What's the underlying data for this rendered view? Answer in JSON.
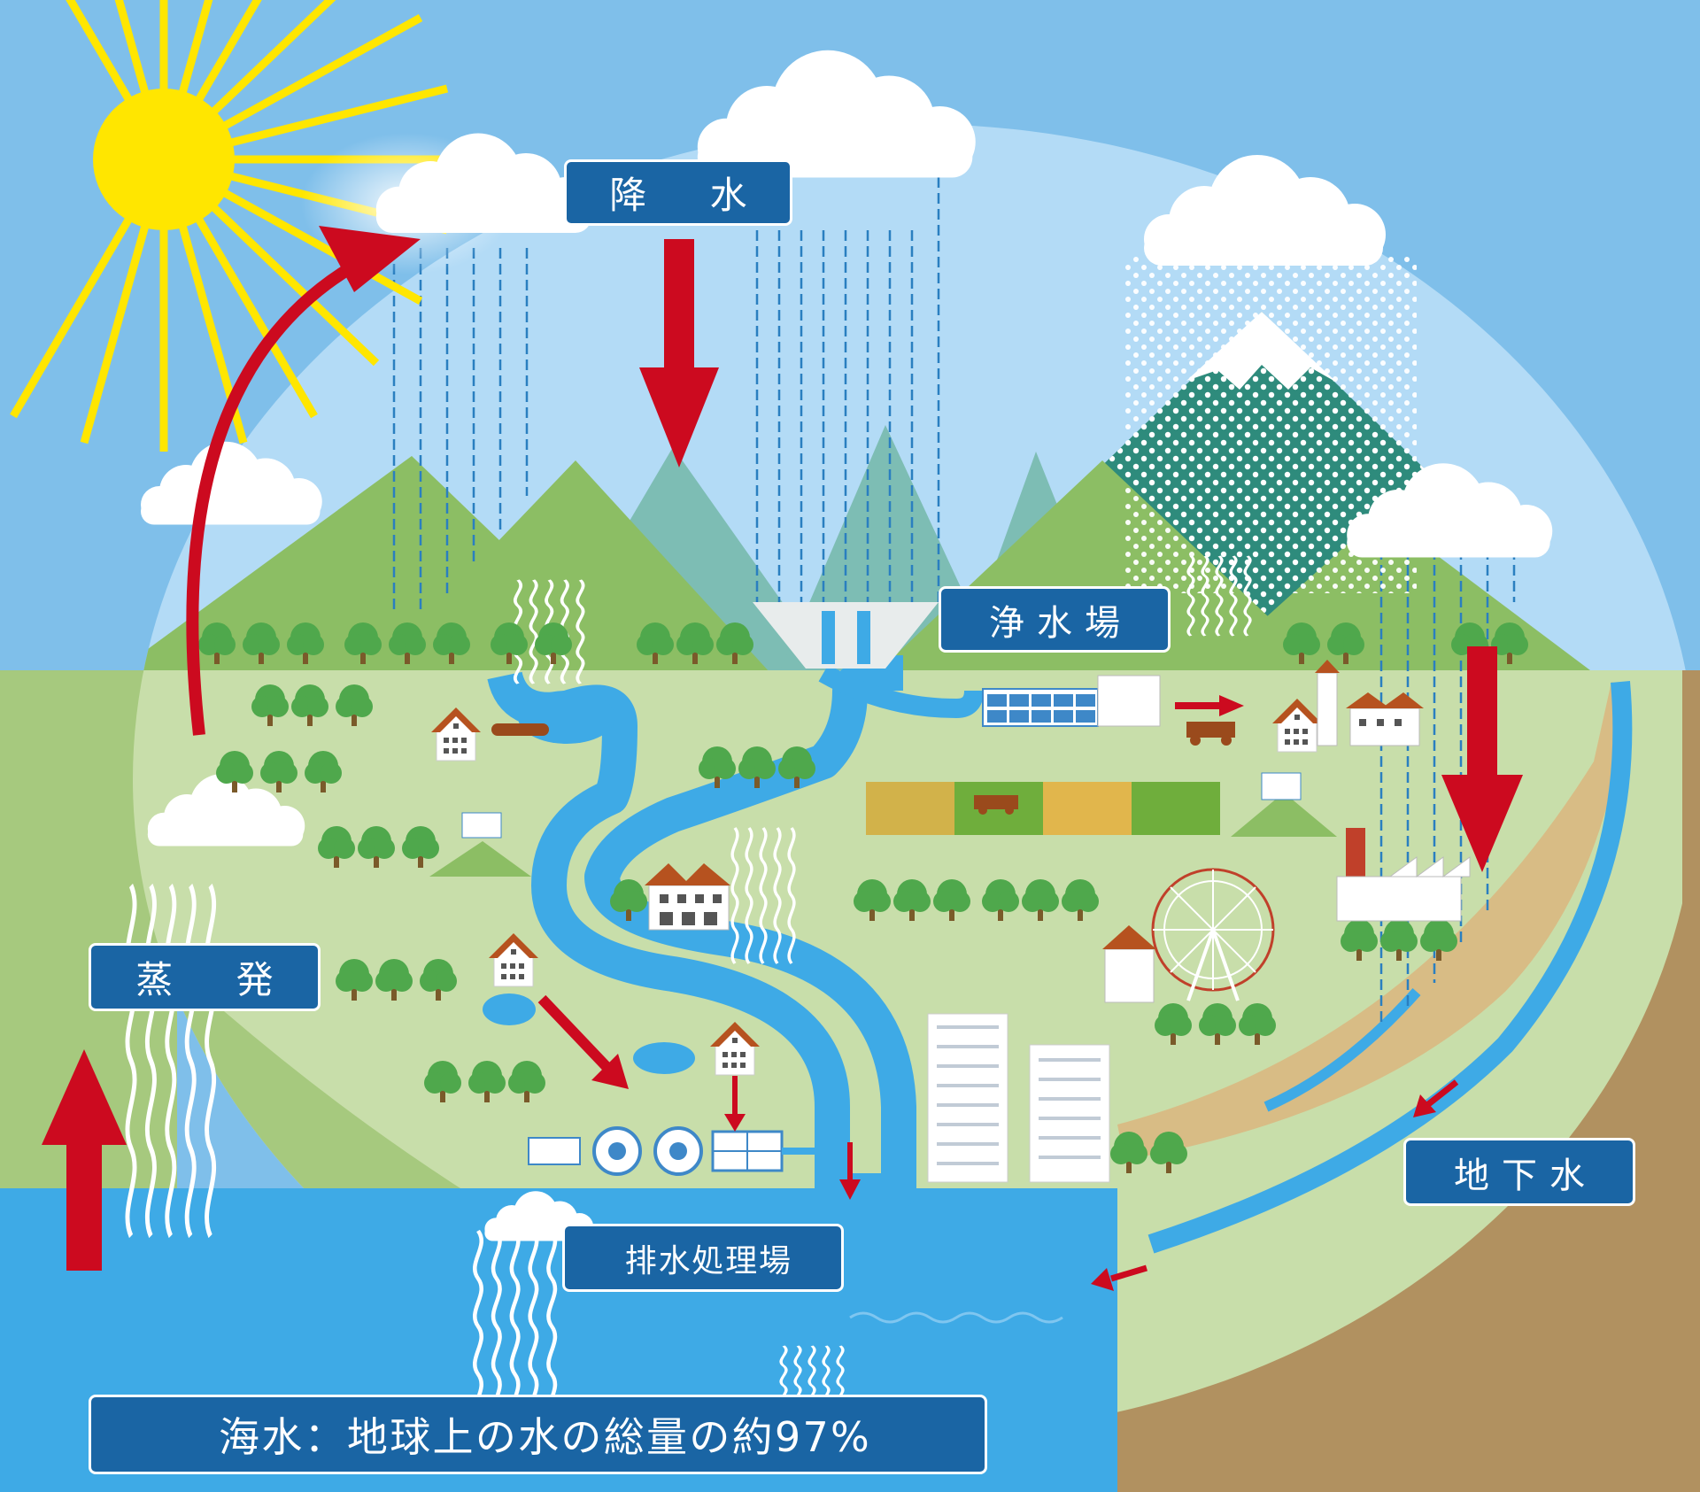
{
  "labels": {
    "precipitation": "降　水",
    "water_purification": "浄水場",
    "evaporation": "蒸　発",
    "groundwater": "地下水",
    "wastewater_treatment": "排水処理場",
    "seawater": "海水：地球上の水の総量の約97%"
  },
  "colors": {
    "sky": "#7fbfea",
    "sky_light": "#b3dbf6",
    "mountain": "#8cbe64",
    "mountain_back": "#7dbdb4",
    "land": "#c8deaa",
    "sea": "#3eaae6",
    "river": "#3eaae6",
    "soil": "#b19160",
    "soil_light": "#d8bc85",
    "label_bg": "#1a65a4",
    "arrow": "#cc0a1f",
    "sun": "#ffe600",
    "tree": "#4fa84c",
    "roof": "#b6521f"
  },
  "icons": [
    "sun-icon",
    "cloud-icon",
    "rain-icon",
    "snow-mountain-icon",
    "tree-icon",
    "house-icon",
    "dam-icon",
    "ferris-wheel-icon",
    "factory-icon",
    "building-icon",
    "boat-icon",
    "tractor-icon"
  ]
}
